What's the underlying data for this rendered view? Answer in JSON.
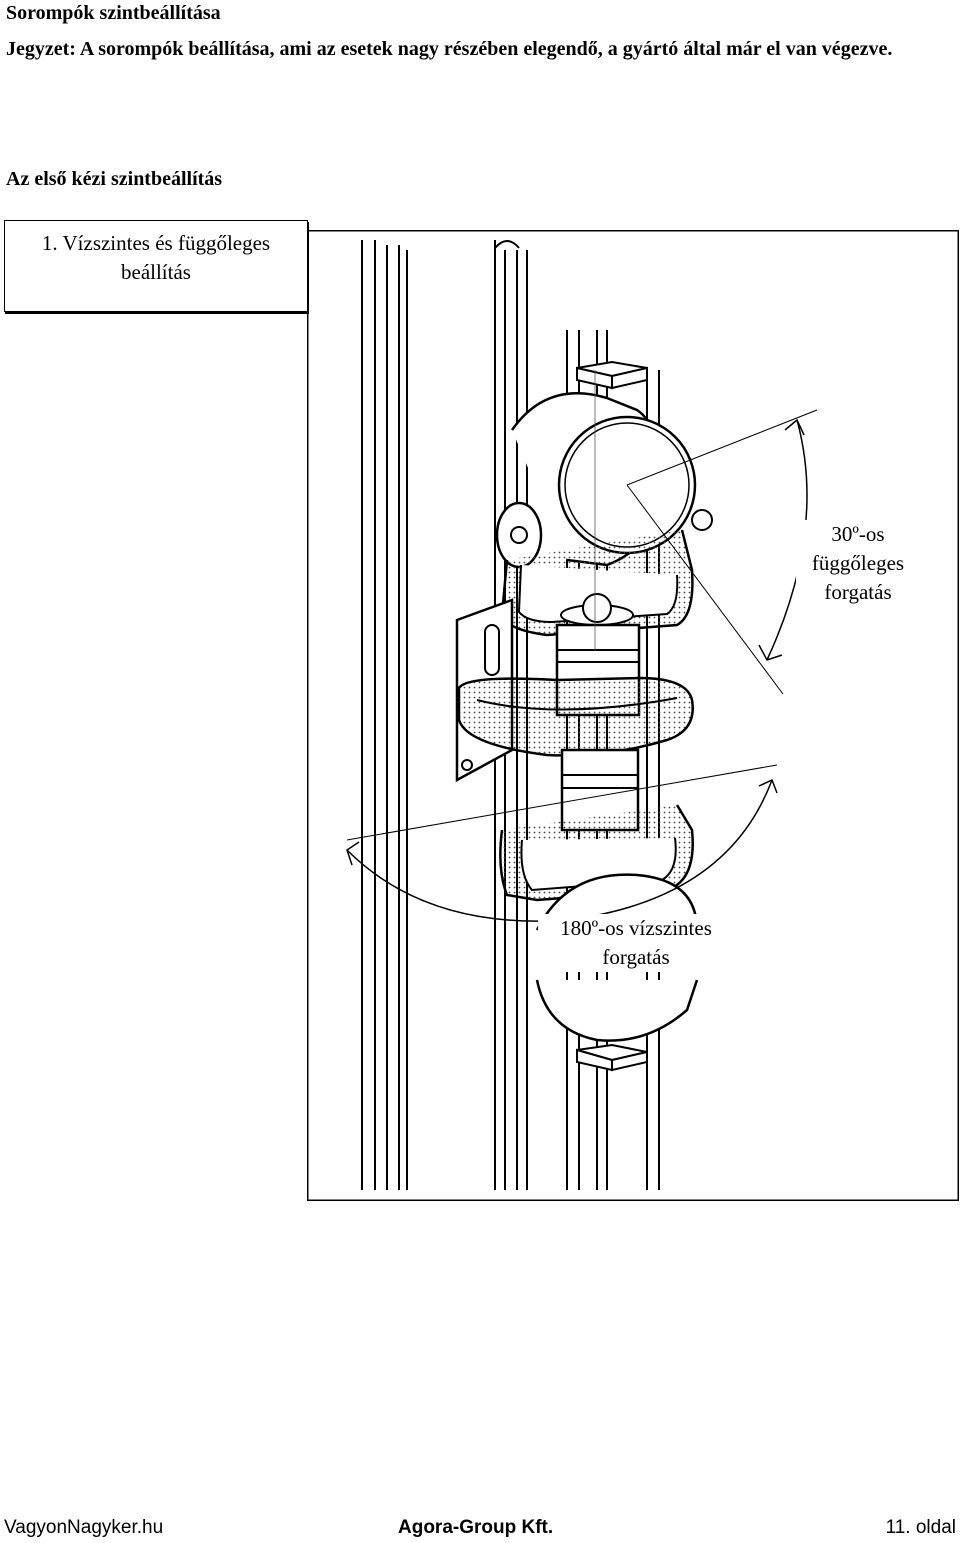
{
  "header": {
    "title": "Sorompók szintbeállítása",
    "note": "Jegyzet: A sorompók beállítása, ami az esetek nagy részében elegendő, a gyártó által már el van végezve.",
    "subheading": "Az első kézi szintbeállítás"
  },
  "figure": {
    "step_label": "1. Vízszintes és függőleges beállítás",
    "vertical_caption": "30º-os függőleges forgatás",
    "horizontal_caption": "180º-os vízszintes forgatás"
  },
  "footer": {
    "left": "VagyonNagyker.hu",
    "center": "Agora-Group Kft.",
    "right": "11. oldal"
  }
}
